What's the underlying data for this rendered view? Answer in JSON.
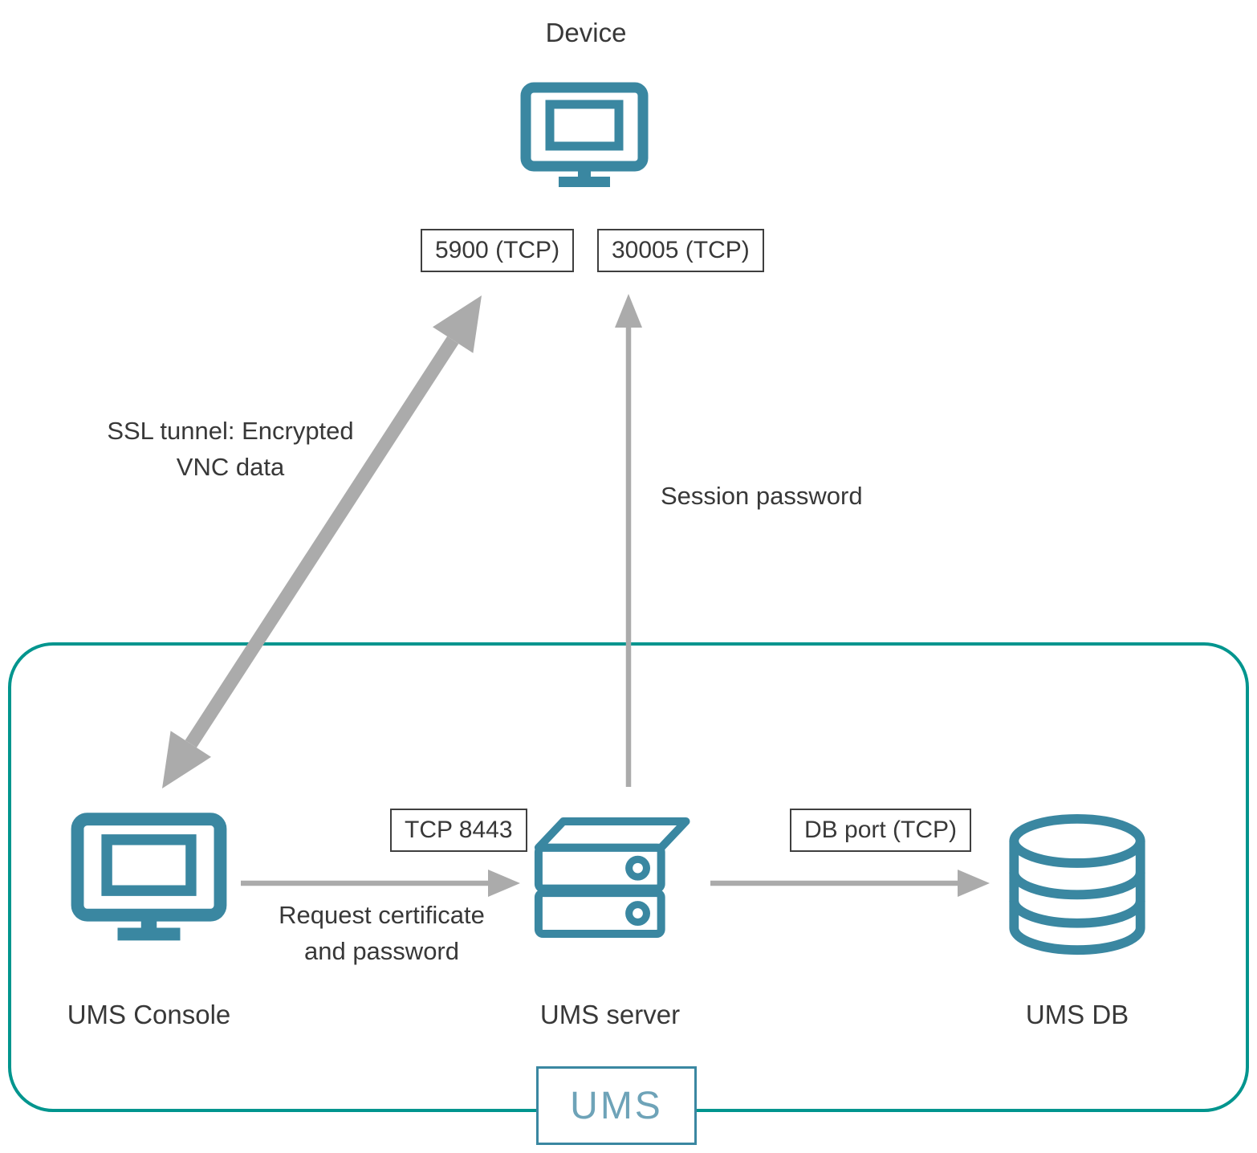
{
  "nodes": {
    "device": {
      "label": "Device"
    },
    "console": {
      "label": "UMS Console"
    },
    "server": {
      "label": "UMS server"
    },
    "db": {
      "label": "UMS DB"
    }
  },
  "port_labels": {
    "vnc": "5900 (TCP)",
    "session": "30005 (TCP)",
    "server_port": "TCP 8443",
    "db_port": "DB port (TCP)"
  },
  "edge_labels": {
    "ssl_tunnel": "SSL tunnel: Encrypted VNC data",
    "session_password": "Session password",
    "request": "Request certificate and password"
  },
  "boundary": {
    "label": "UMS"
  },
  "colors": {
    "icon": "#3a87a1",
    "boundary": "#00958e",
    "arrow": "#ababab",
    "text": "#383838",
    "ums_text": "#6ea3b8"
  }
}
